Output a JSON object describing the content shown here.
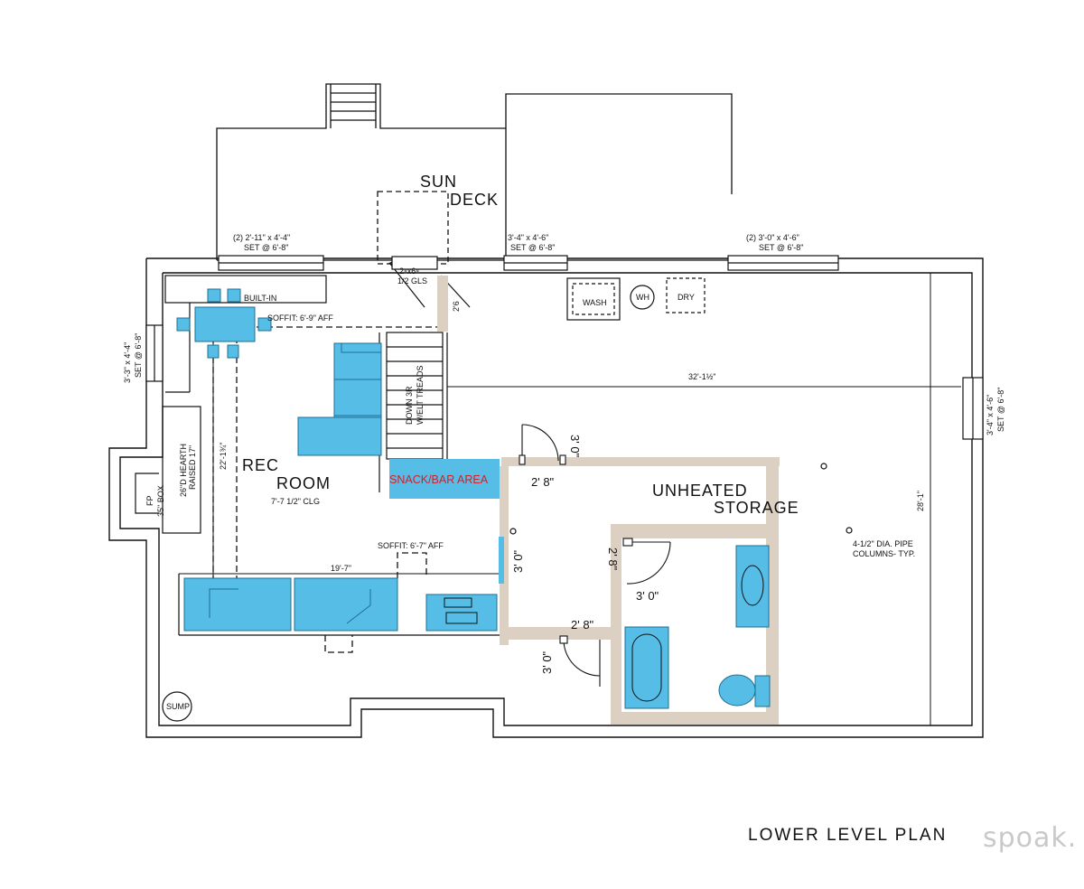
{
  "plan": {
    "title": "LOWER LEVEL PLAN",
    "watermark": "spoak.",
    "rooms": {
      "sun_deck_1": "SUN",
      "sun_deck_2": "DECK",
      "rec_room_1": "REC",
      "rec_room_2": "ROOM",
      "rec_ceiling": "7'-7 1/2\" CLG",
      "unheated_1": "UNHEATED",
      "unheated_2": "STORAGE",
      "snack_bar": "SNACK/BAR AREA"
    },
    "windows": {
      "w1_a": "(2) 2'-11\" x 4'-4\"",
      "w1_b": "SET @ 6'-8\"",
      "w2_a": "3'-4\" x 4'-6\"",
      "w2_b": "SET @ 6'-8\"",
      "w3_a": "(2) 3'-0\" x 4'-6\"",
      "w3_b": "SET @ 6'-8\"",
      "left_a": "3'-3\" x 4'-4\"",
      "left_b": "SET @ 6'-8\"",
      "right_a": "3'-4\" x 4'-6\"",
      "right_b": "SET @ 6'-8\""
    },
    "door_labels": {
      "entry_a": "2⁸x6⁸",
      "entry_b": "1/2 GLS",
      "side": "2'6"
    },
    "notes": {
      "built_in": "BUILT-IN",
      "soffit1": "SOFFIT: 6'-9\" AFF",
      "soffit2": "SOFFIT: 6'-7\" AFF",
      "hearth_a": "26\"D HEARTH",
      "hearth_b": "RAISED 17\"",
      "fp_a": "FP",
      "fp_b": "35\" BOX",
      "stairs_a": "DOWN 3R",
      "stairs_b": "W/ELT TREADS",
      "pipe_a": "4-1/2\" DIA. PIPE",
      "pipe_b": "COLUMNS- TYP.",
      "sump": "SUMP",
      "wash": "WASH",
      "wh": "WH",
      "dry": "DRY"
    },
    "dimensions": {
      "width_32": "32'-1½\"",
      "depth_28": "28'-1\"",
      "rec_22": "22'-1¾\"",
      "rec_19": "19'-7\"",
      "d_3_0_a": "3' 0\"",
      "d_2_8_a": "2' 8\"",
      "d_3_0_b": "3' 0\"",
      "d_2_8_b": "2' 8\"",
      "d_3_0_c": "3' 0\"",
      "d_2_8_c": "2' 8\"",
      "d_3_0_d": "3' 0\""
    },
    "colors": {
      "furniture": "#55bde6",
      "new_wall": "#dcd0c3",
      "snack_text": "#d0202a",
      "line": "#111111"
    }
  }
}
